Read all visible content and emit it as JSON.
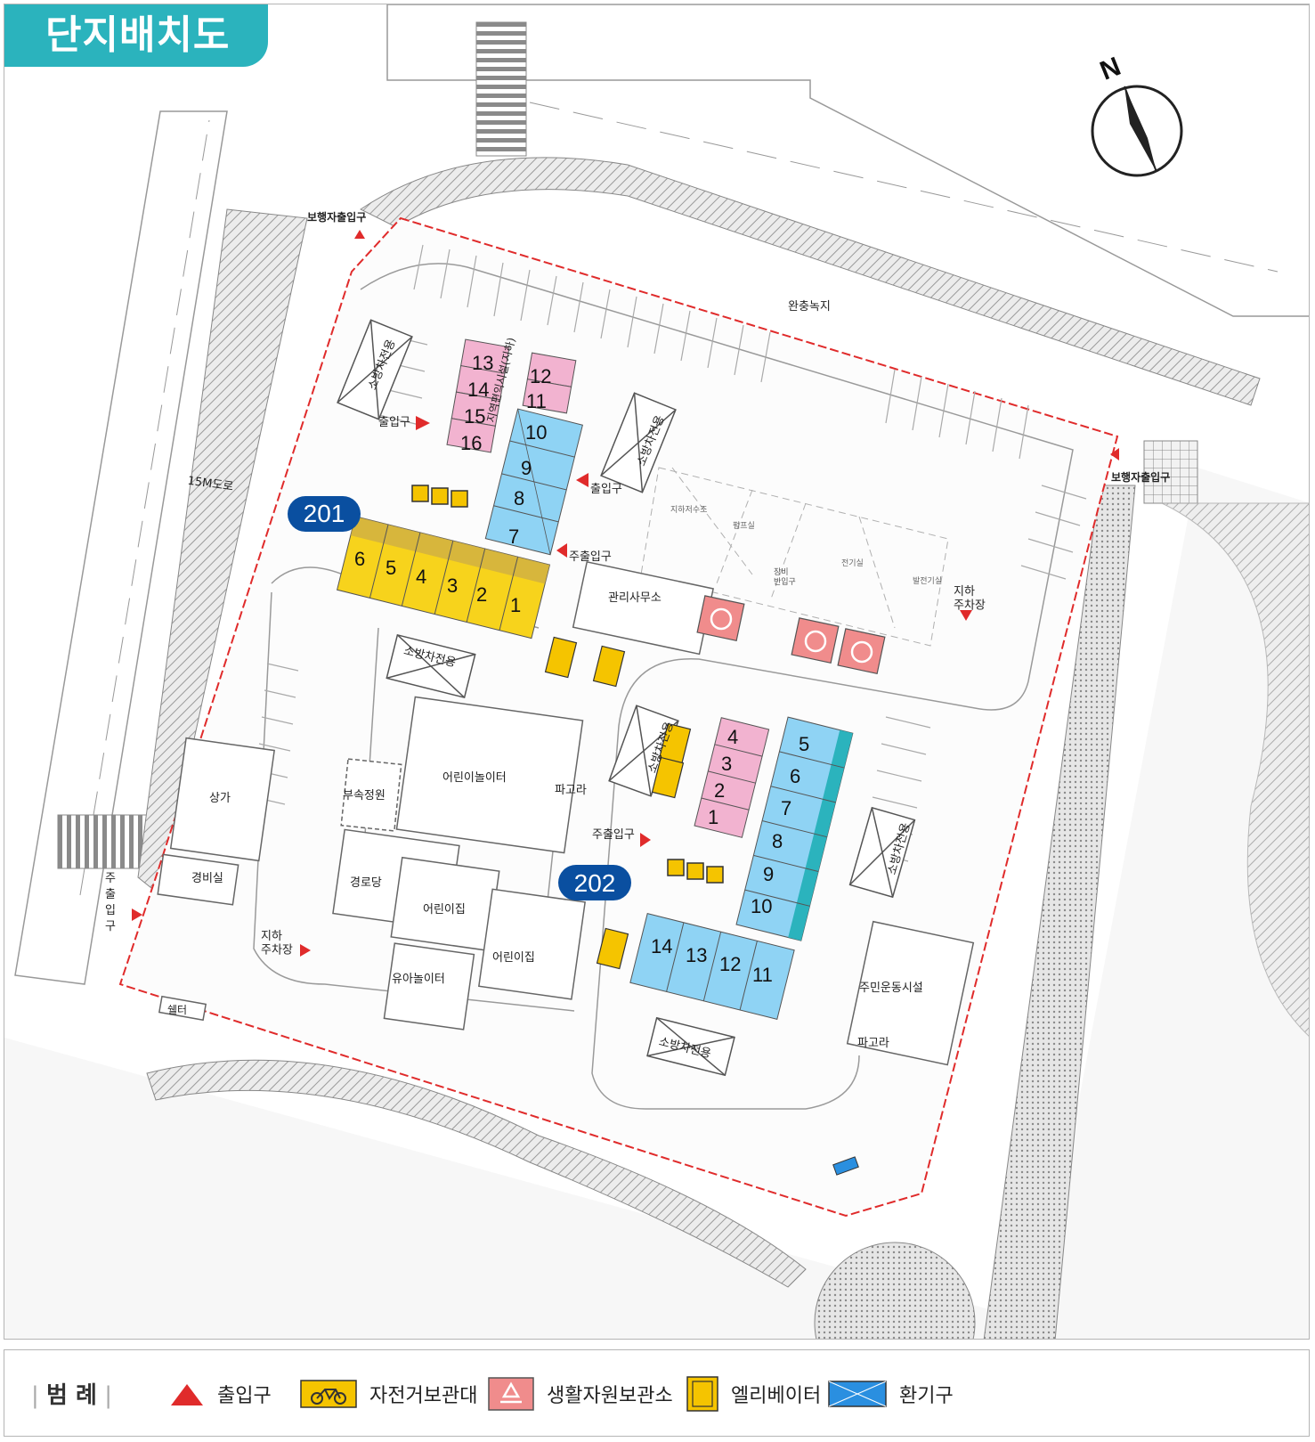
{
  "title": "단지배치도",
  "compass": {
    "letter": "N"
  },
  "labels": {
    "road_15m": "15M도로",
    "buffer_green": "완충녹지",
    "pedestrian_entry_nw": "보행자출입구",
    "pedestrian_entry_e": "보행자출입구",
    "entrance_a": "출입구",
    "entrance_b": "출입구",
    "main_entrance_a": "주출입구",
    "main_entrance_b": "주출입구",
    "main_entrance_west": "주\n출\n입\n구",
    "fire_lane_1": "소방차전용",
    "fire_lane_2": "소방차전용",
    "fire_lane_3": "소방차전용",
    "fire_lane_4": "소방차전용",
    "fire_lane_5": "소방차전용",
    "fire_lane_6": "소방차전용",
    "community_facility": "지역편익시설(지하)",
    "water_tank": "지하저수조",
    "pump_room": "펌프실",
    "electric_room": "전기실",
    "generator_room": "발전기실",
    "equipment_shaft": "장비\n반입구",
    "underground_parking_e": "지하\n주차장",
    "underground_parking_sw": "지하\n주차장",
    "management_office": "관리사무소",
    "playground": "어린이놀이터",
    "pergola_1": "파고라",
    "pergola_2": "파고라",
    "annex_garden": "부속정원",
    "shops": "상가",
    "guard_room": "경비실",
    "senior_center": "경로당",
    "daycare_1": "어린이집",
    "daycare_2": "어린이집",
    "toddler_play": "유아놀이터",
    "shelter": "쉘터",
    "resident_gym": "주민운동시설"
  },
  "buildings": {
    "b201": {
      "badge": "201"
    },
    "b202": {
      "badge": "202"
    }
  },
  "legend": {
    "title": "범 례",
    "items": [
      {
        "key": "entrance",
        "label": "출입구",
        "color": "#e02b2b"
      },
      {
        "key": "bicycle",
        "label": "자전거보관대",
        "color": "#f5c400"
      },
      {
        "key": "recycle",
        "label": "생활자원보관소",
        "color": "#f08c8c"
      },
      {
        "key": "elevator",
        "label": "엘리베이터",
        "color": "#f5c400"
      },
      {
        "key": "vent",
        "label": "환기구",
        "color": "#2a8fe0"
      }
    ]
  },
  "colors": {
    "title_bg": "#2bb3bd",
    "badge_bg": "#0a4fa0",
    "unit_yellow": "#f7d31c",
    "unit_pink": "#f2b3d0",
    "unit_blue": "#8fd3f4",
    "boundary": "#e02b2b"
  }
}
